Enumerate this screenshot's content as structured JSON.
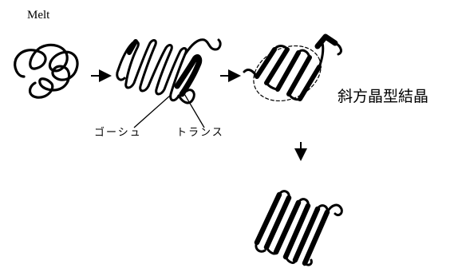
{
  "labels": {
    "melt": "Melt",
    "crystal": "斜方晶型結晶",
    "gauche": "ゴーシュ",
    "trans": "トランス"
  },
  "icons": [
    "right-arrow-icon",
    "down-arrow-icon"
  ],
  "colors": {
    "ink": "#000000",
    "background": "#ffffff"
  }
}
